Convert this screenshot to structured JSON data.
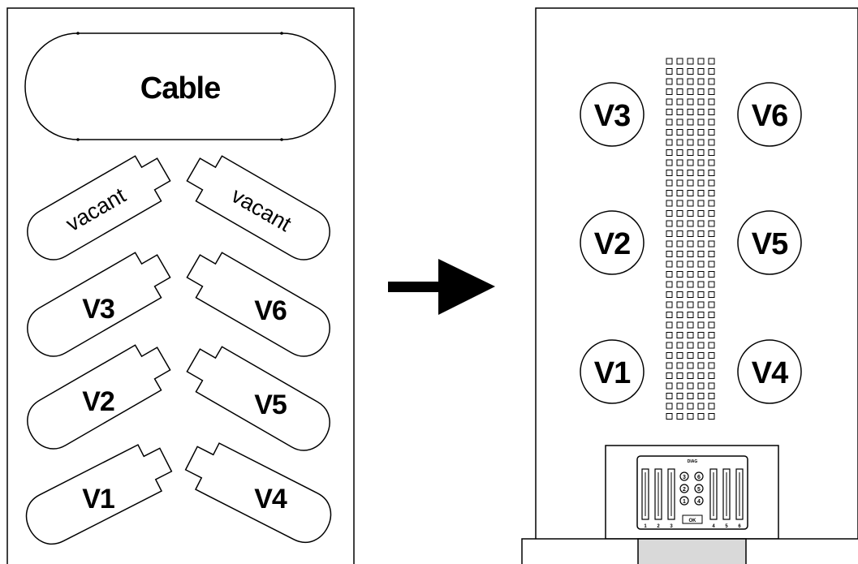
{
  "left_panel": {
    "cable_label": "Cable",
    "tags": [
      {
        "label": "vacant"
      },
      {
        "label": "vacant"
      },
      {
        "label": "V3"
      },
      {
        "label": "V6"
      },
      {
        "label": "V2"
      },
      {
        "label": "V5"
      },
      {
        "label": "V1"
      },
      {
        "label": "V4"
      }
    ]
  },
  "right_panel": {
    "ports": [
      {
        "label": "V3"
      },
      {
        "label": "V6"
      },
      {
        "label": "V2"
      },
      {
        "label": "V5"
      },
      {
        "label": "V1"
      },
      {
        "label": "V4"
      }
    ],
    "connector": {
      "title": "DIAG",
      "numbers": [
        "3",
        "6",
        "2",
        "5",
        "1",
        "4"
      ],
      "ok_label": "OK",
      "slot_numbers": [
        "1",
        "2",
        "3",
        "4",
        "5",
        "6"
      ]
    }
  },
  "colors": {
    "line": "#000000",
    "background": "#ffffff",
    "plate": "#d9d9d9"
  }
}
